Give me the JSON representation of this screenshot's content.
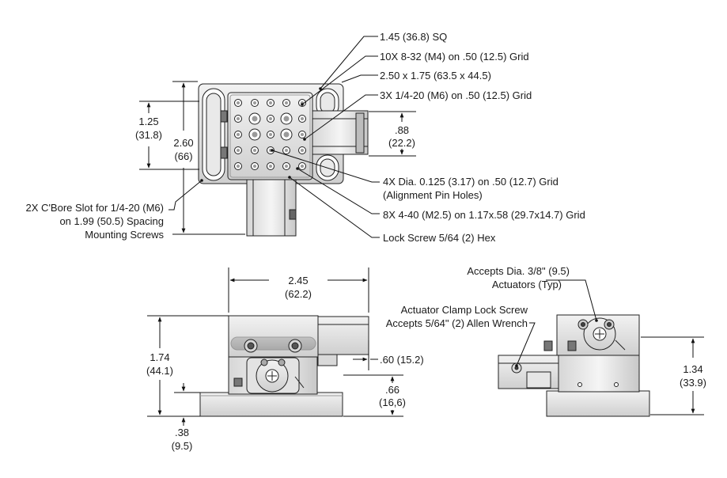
{
  "callouts": {
    "top_square": "1.45 (36.8) SQ",
    "tapped_grid_m4": "10X 8-32 (M4) on .50 (12.5) Grid",
    "base_plate": "2.50 x 1.75 (63.5 x 44.5)",
    "tapped_grid_m6": "3X 1/4-20 (M6) on .50 (12.5) Grid",
    "alignment_holes_line1": "4X Dia. 0.125 (3.17) on .50 (12.7) Grid",
    "alignment_holes_line2": "(Alignment Pin Holes)",
    "tapped_m25": "8X 4-40 (M2.5) on 1.17x.58 (29.7x14.7) Grid",
    "lock_screw": "Lock Screw 5/64 (2) Hex",
    "slot_line1": "2X C'Bore Slot for 1/4-20 (M6)",
    "slot_line2": "on 1.99 (50.5) Spacing",
    "slot_line3": "Mounting Screws",
    "actuator_line1": "Accepts  Dia. 3/8\" (9.5)",
    "actuator_line2": "Actuators (Typ)",
    "clamp_line1": "Actuator Clamp Lock Screw",
    "clamp_line2": "Accepts 5/64\" (2) Allen Wrench"
  },
  "dimensions": {
    "top_1_25": "1.25",
    "top_1_25_mm": "(31.8)",
    "top_2_60": "2.60",
    "top_2_60_mm": "(66)",
    "top_0_88": ".88",
    "top_0_88_mm": "(22.2)",
    "front_2_45": "2.45",
    "front_2_45_mm": "(62.2)",
    "front_1_74": "1.74",
    "front_1_74_mm": "(44.1)",
    "front_0_60": ".60 (15.2)",
    "front_0_66": ".66",
    "front_0_66_mm": "(16,6)",
    "front_0_38": ".38",
    "front_0_38_mm": "(9.5)",
    "side_1_34": "1.34",
    "side_1_34_mm": "(33.9)"
  }
}
